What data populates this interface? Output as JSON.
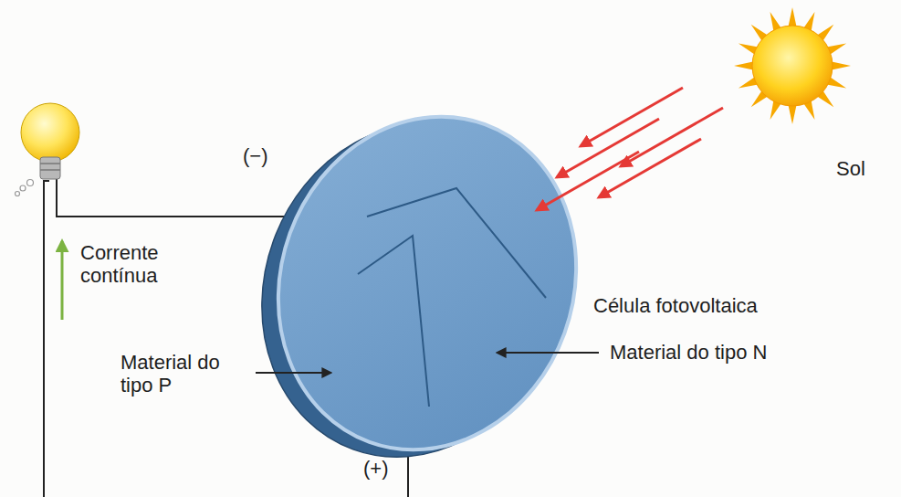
{
  "diagram": {
    "labels": [
      "(−)",
      "Sol",
      "Corrente contínua",
      "Célula fotovoltaica",
      "Material do tipo N",
      "Material do tipo P",
      "(+)"
    ]
  }
}
